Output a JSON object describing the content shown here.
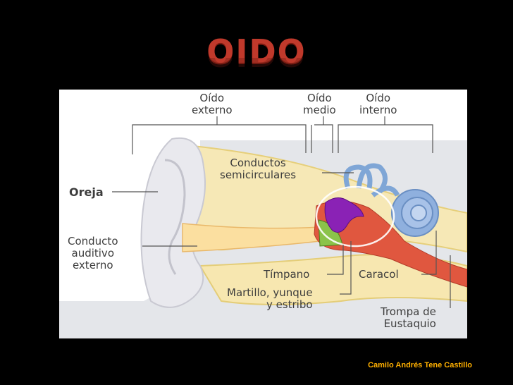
{
  "slide": {
    "title": "OIDO",
    "author": "Camilo Andrés Tene Castillo"
  },
  "diagram": {
    "labels": {
      "oido_externo": "Oído\nexterno",
      "oido_medio": "Oído\nmedio",
      "oido_interno": "Oído\ninterno",
      "conductos": "Conductos\nsemicirculares",
      "oreja": "Oreja",
      "conducto_auditivo": "Conducto\nauditivo\nexterno",
      "timpano": "Tímpano",
      "martillo": "Martillo, yunque\ny estribo",
      "caracol": "Caracol",
      "trompa": "Trompa de\nEustaquio"
    }
  }
}
